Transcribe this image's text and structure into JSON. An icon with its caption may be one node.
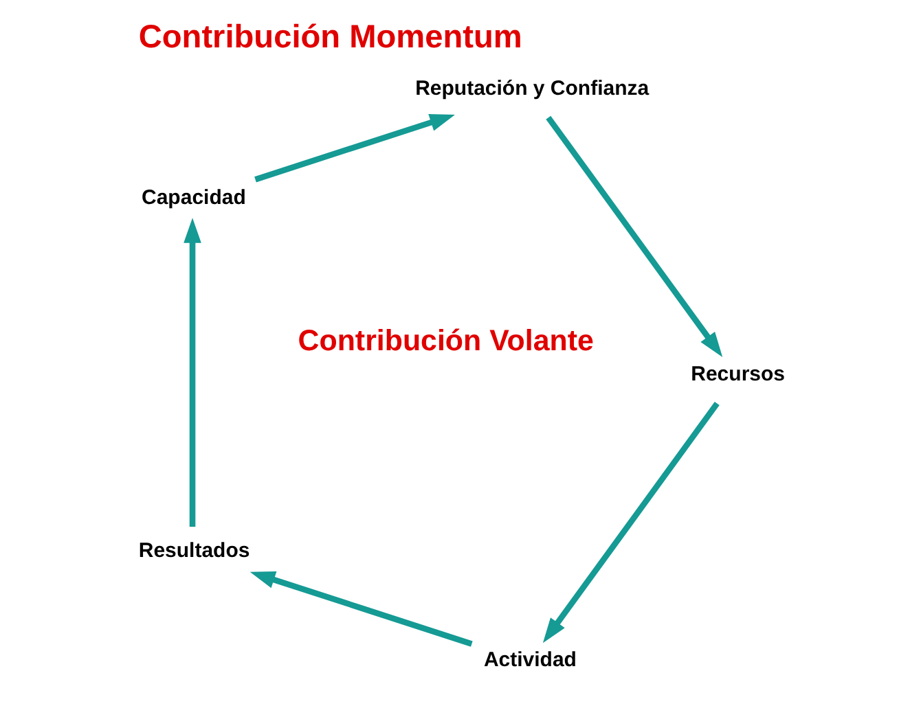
{
  "diagram": {
    "title": "Contribución Momentum",
    "nodes": [
      {
        "text": [
          "Actividad"
        ]
      },
      {
        "text": [
          "Resultados"
        ]
      },
      {
        "text": [
          "Capacidad"
        ]
      },
      {
        "text": [
          "Reputación y Confianza"
        ]
      },
      {
        "text": [
          "Recursos"
        ]
      }
    ],
    "edges": [
      {
        "from": 4,
        "to": 0,
        "arrow": "to"
      },
      {
        "from": 0,
        "to": 1,
        "arrow": "to"
      },
      {
        "from": 1,
        "to": 2,
        "arrow": "to"
      },
      {
        "from": 2,
        "to": 3,
        "arrow": "to"
      },
      {
        "from": 3,
        "to": 4,
        "arrow": "to"
      }
    ],
    "labels": [
      "Contribución Volante"
    ]
  }
}
